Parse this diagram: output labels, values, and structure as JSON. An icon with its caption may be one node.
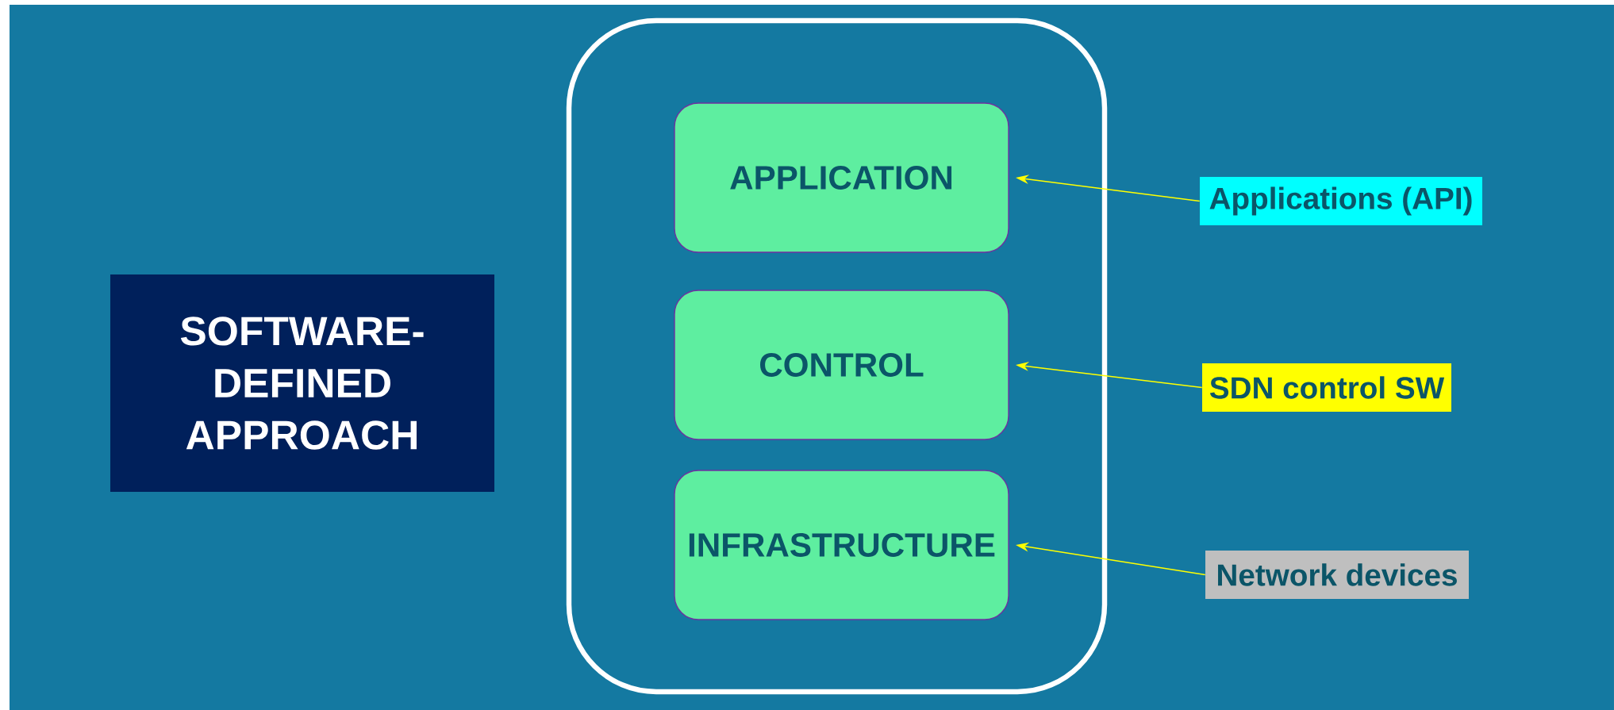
{
  "diagram": {
    "nodes": [
      {
        "text": [
          "SOFTWARE-DEFINED APPROACH"
        ]
      },
      {
        "text": [],
        "shape": "box"
      },
      {
        "text": [
          "APPLICATION"
        ],
        "in": 1
      },
      {
        "text": [
          "CONTROL"
        ],
        "in": 1
      },
      {
        "text": [
          "INFRASTRUCTURE"
        ],
        "in": 1
      },
      {
        "text": [
          "Applications (API)"
        ]
      },
      {
        "text": [
          "SDN control SW"
        ]
      },
      {
        "text": [
          "Network devices"
        ]
      }
    ],
    "edges": [
      {
        "from": 5,
        "to": 2,
        "arrow": "to"
      },
      {
        "from": 6,
        "to": 3,
        "arrow": "to"
      },
      {
        "from": 7,
        "to": 4,
        "arrow": "to"
      }
    ]
  }
}
